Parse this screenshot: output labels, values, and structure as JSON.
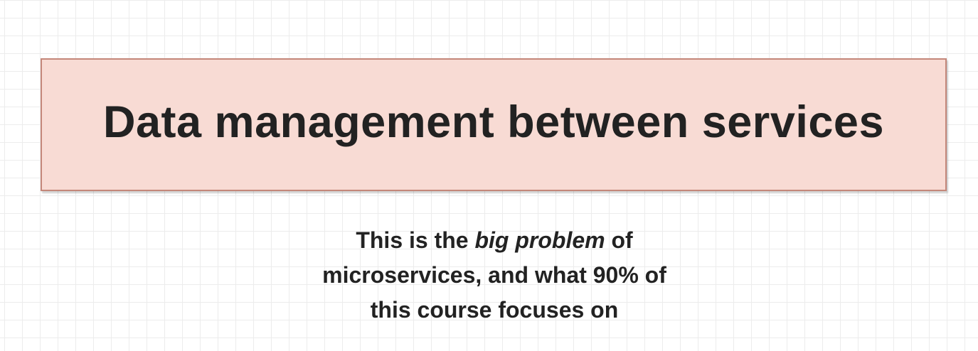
{
  "colors": {
    "box_fill": "#f8dbd4",
    "box_border": "#c4877a",
    "text": "#222222"
  },
  "title": "Data management between services",
  "caption": {
    "line1_before": "This is the ",
    "line1_emphasis": "big problem",
    "line1_after": " of",
    "line2": "microservices, and what 90% of",
    "line3": "this course focuses on"
  }
}
